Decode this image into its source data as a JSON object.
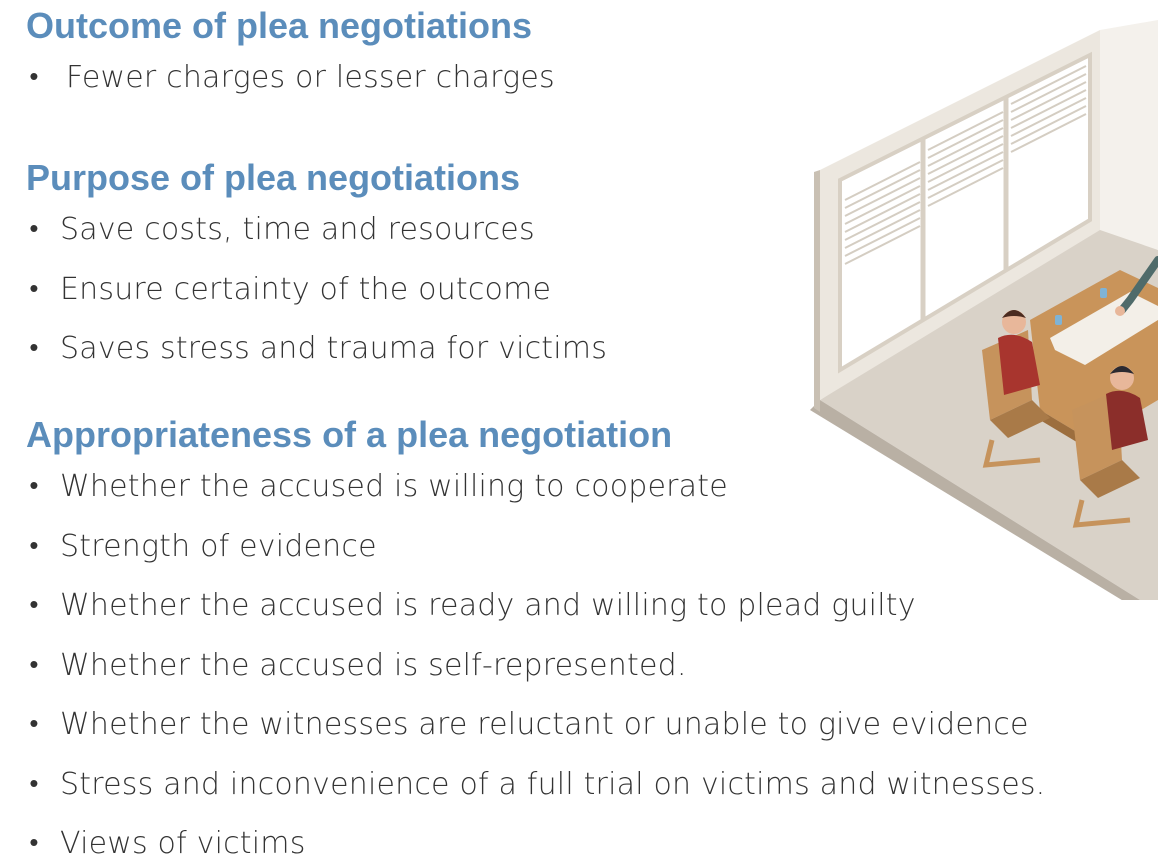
{
  "sections": [
    {
      "heading": "Outcome of plea negotiations",
      "items": [
        "Fewer charges or lesser charges"
      ]
    },
    {
      "heading": "Purpose of plea negotiations",
      "items": [
        "Save costs, time and resources",
        "Ensure certainty of the outcome",
        "Saves stress and trauma for victims"
      ]
    },
    {
      "heading": "Appropriateness of a plea negotiation",
      "items": [
        "Whether the accused is willing to cooperate",
        "Strength of evidence",
        "Whether the accused is ready and willing to plead guilty",
        "Whether the accused is self-represented.",
        "Whether the witnesses are reluctant or unable to give evidence",
        "Stress and inconvenience of a full trial on victims and witnesses.",
        "Views of victims"
      ]
    }
  ],
  "bullet_glyph": "•",
  "colors": {
    "heading": "#5b8dbb",
    "body_text": "#333333",
    "background": "#ffffff"
  },
  "illustration": {
    "icon": "meeting-room-illustration"
  }
}
